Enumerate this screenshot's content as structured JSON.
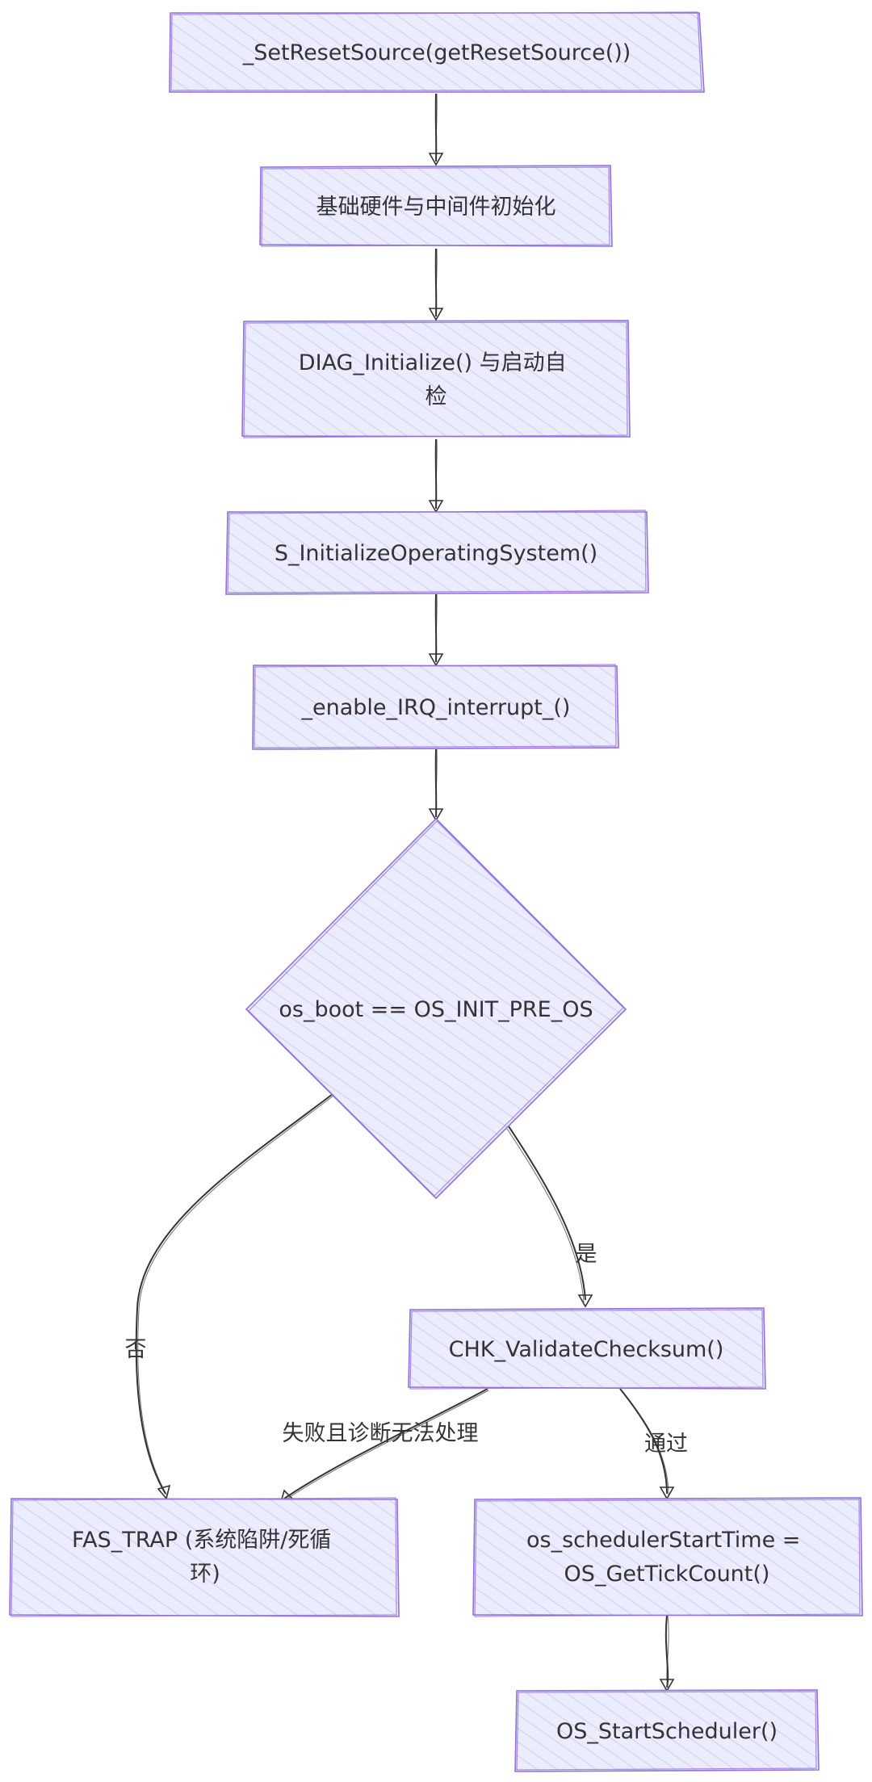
{
  "diagram": {
    "nodes": {
      "set_reset": {
        "lines": [
          "_SetResetSource(getResetSource())"
        ]
      },
      "hw_init": {
        "lines": [
          "基础硬件与中间件初始化"
        ]
      },
      "diag_init": {
        "lines": [
          "DIAG_Initialize() 与启动自",
          "检"
        ]
      },
      "os_init": {
        "lines": [
          "S_InitializeOperatingSystem()"
        ]
      },
      "enable_irq": {
        "lines": [
          "_enable_IRQ_interrupt_()"
        ]
      },
      "boot_check": {
        "lines": [
          "os_boot == OS_INIT_PRE_OS"
        ]
      },
      "chk": {
        "lines": [
          "CHK_ValidateChecksum()"
        ]
      },
      "fas_trap": {
        "lines": [
          "FAS_TRAP (系统陷阱/死循",
          "环)"
        ]
      },
      "sched_time": {
        "lines": [
          "os_schedulerStartTime =",
          "OS_GetTickCount()"
        ]
      },
      "start_sched": {
        "lines": [
          "OS_StartScheduler()"
        ]
      }
    },
    "edge_labels": {
      "no": "否",
      "yes": "是",
      "fail": "失败且诊断无法处理",
      "pass": "通过"
    },
    "colors": {
      "node_fill": "#ECECFF",
      "node_stroke": "#9370DB",
      "hatch": "#CFCFF5",
      "edge": "#333333",
      "text": "#333333"
    }
  }
}
